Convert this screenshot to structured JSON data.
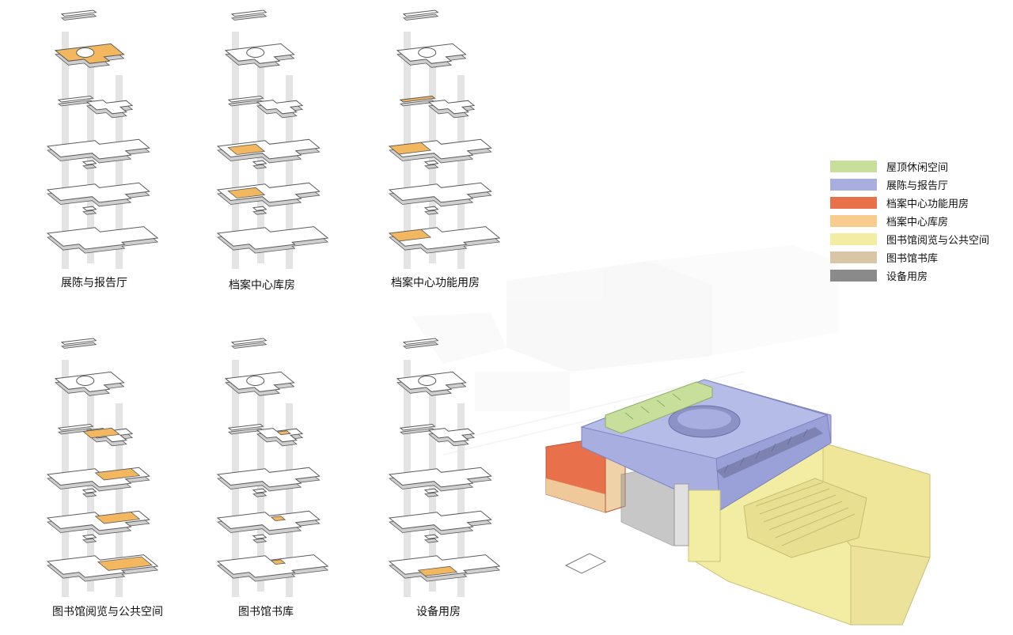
{
  "colors": {
    "highlight": "#f3b85f",
    "slab": "#ffffff",
    "slab_stroke": "#5a5a5a",
    "core": "#e4e4e4",
    "roof_green": "#c7df9a",
    "exhibit_purple": "#a8aee0",
    "archive_func_orange": "#e8704a",
    "archive_store": "#f7cc8e",
    "library_yellow": "#f2eda3",
    "library_stack": "#d8c6a7",
    "equipment_gray": "#8a8a8a"
  },
  "diagrams": [
    {
      "caption": "展陈与报告厅",
      "highlight_name": "exhibition-hall",
      "pieces": [
        "top-floor"
      ]
    },
    {
      "caption": "档案中心库房",
      "highlight_name": "archive-storage",
      "pieces": [
        "floor2-part",
        "floor3-part"
      ]
    },
    {
      "caption": "档案中心功能用房",
      "highlight_name": "archive-function",
      "pieces": [
        "bar6",
        "floor3-part",
        "floor1-part"
      ]
    },
    {
      "caption": "图书馆阅览与公共空间",
      "highlight_name": "library-reading",
      "pieces": [
        "floor5-right",
        "floor4-right",
        "floor3-right",
        "floor1-right"
      ]
    },
    {
      "caption": "图书馆书库",
      "highlight_name": "library-stack",
      "pieces": [
        "floor5-small",
        "floor2-small",
        "floor1-small"
      ]
    },
    {
      "caption": "设备用房",
      "highlight_name": "equipment-room",
      "pieces": [
        "floor1-part"
      ]
    }
  ],
  "legend": [
    {
      "label": "屋顶休闲空间",
      "color": "#c7df9a",
      "icon": "swatch-green"
    },
    {
      "label": "展陈与报告厅",
      "color": "#a8aee0",
      "icon": "swatch-purple"
    },
    {
      "label": "档案中心功能用房",
      "color": "#e8704a",
      "icon": "swatch-red-orange"
    },
    {
      "label": "档案中心库房",
      "color": "#f7cc8e",
      "icon": "swatch-light-orange"
    },
    {
      "label": "图书馆阅览与公共空间",
      "color": "#f2eda3",
      "icon": "swatch-yellow"
    },
    {
      "label": "图书馆书库",
      "color": "#d8c6a7",
      "icon": "swatch-tan"
    },
    {
      "label": "设备用房",
      "color": "#8a8a8a",
      "icon": "swatch-gray"
    }
  ]
}
